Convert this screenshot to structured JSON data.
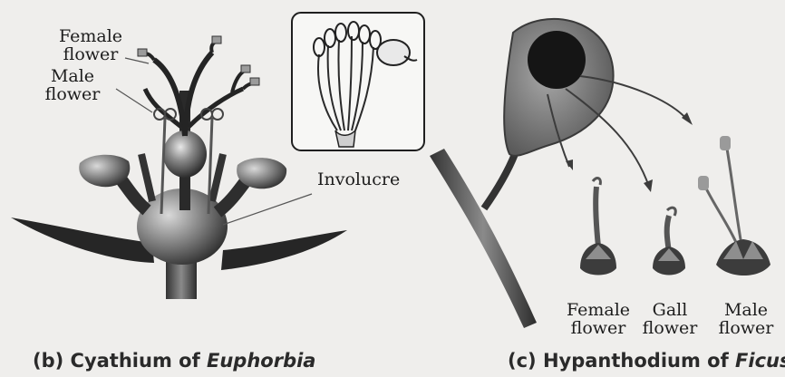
{
  "labels": {
    "female_flower_left": [
      "Female",
      "flower"
    ],
    "male_flower_left": [
      "Male",
      "flower"
    ],
    "involucre": "Involucre",
    "female_flower_right": [
      "Female",
      "flower"
    ],
    "gall_flower": [
      "Gall",
      "flower"
    ],
    "male_flower_right": [
      "Male",
      "flower"
    ]
  },
  "captions": {
    "left": {
      "prefix": "(b) Cyathium of ",
      "italic": "Euphorbia"
    },
    "right": {
      "prefix": "(c) Hypanthodium of ",
      "italic": "Ficus"
    }
  },
  "colors": {
    "background": "#efeeec",
    "dark_fill": "#2b2b2b",
    "mid_fill": "#6d6d6d",
    "light_fill": "#b5b5b5"
  }
}
